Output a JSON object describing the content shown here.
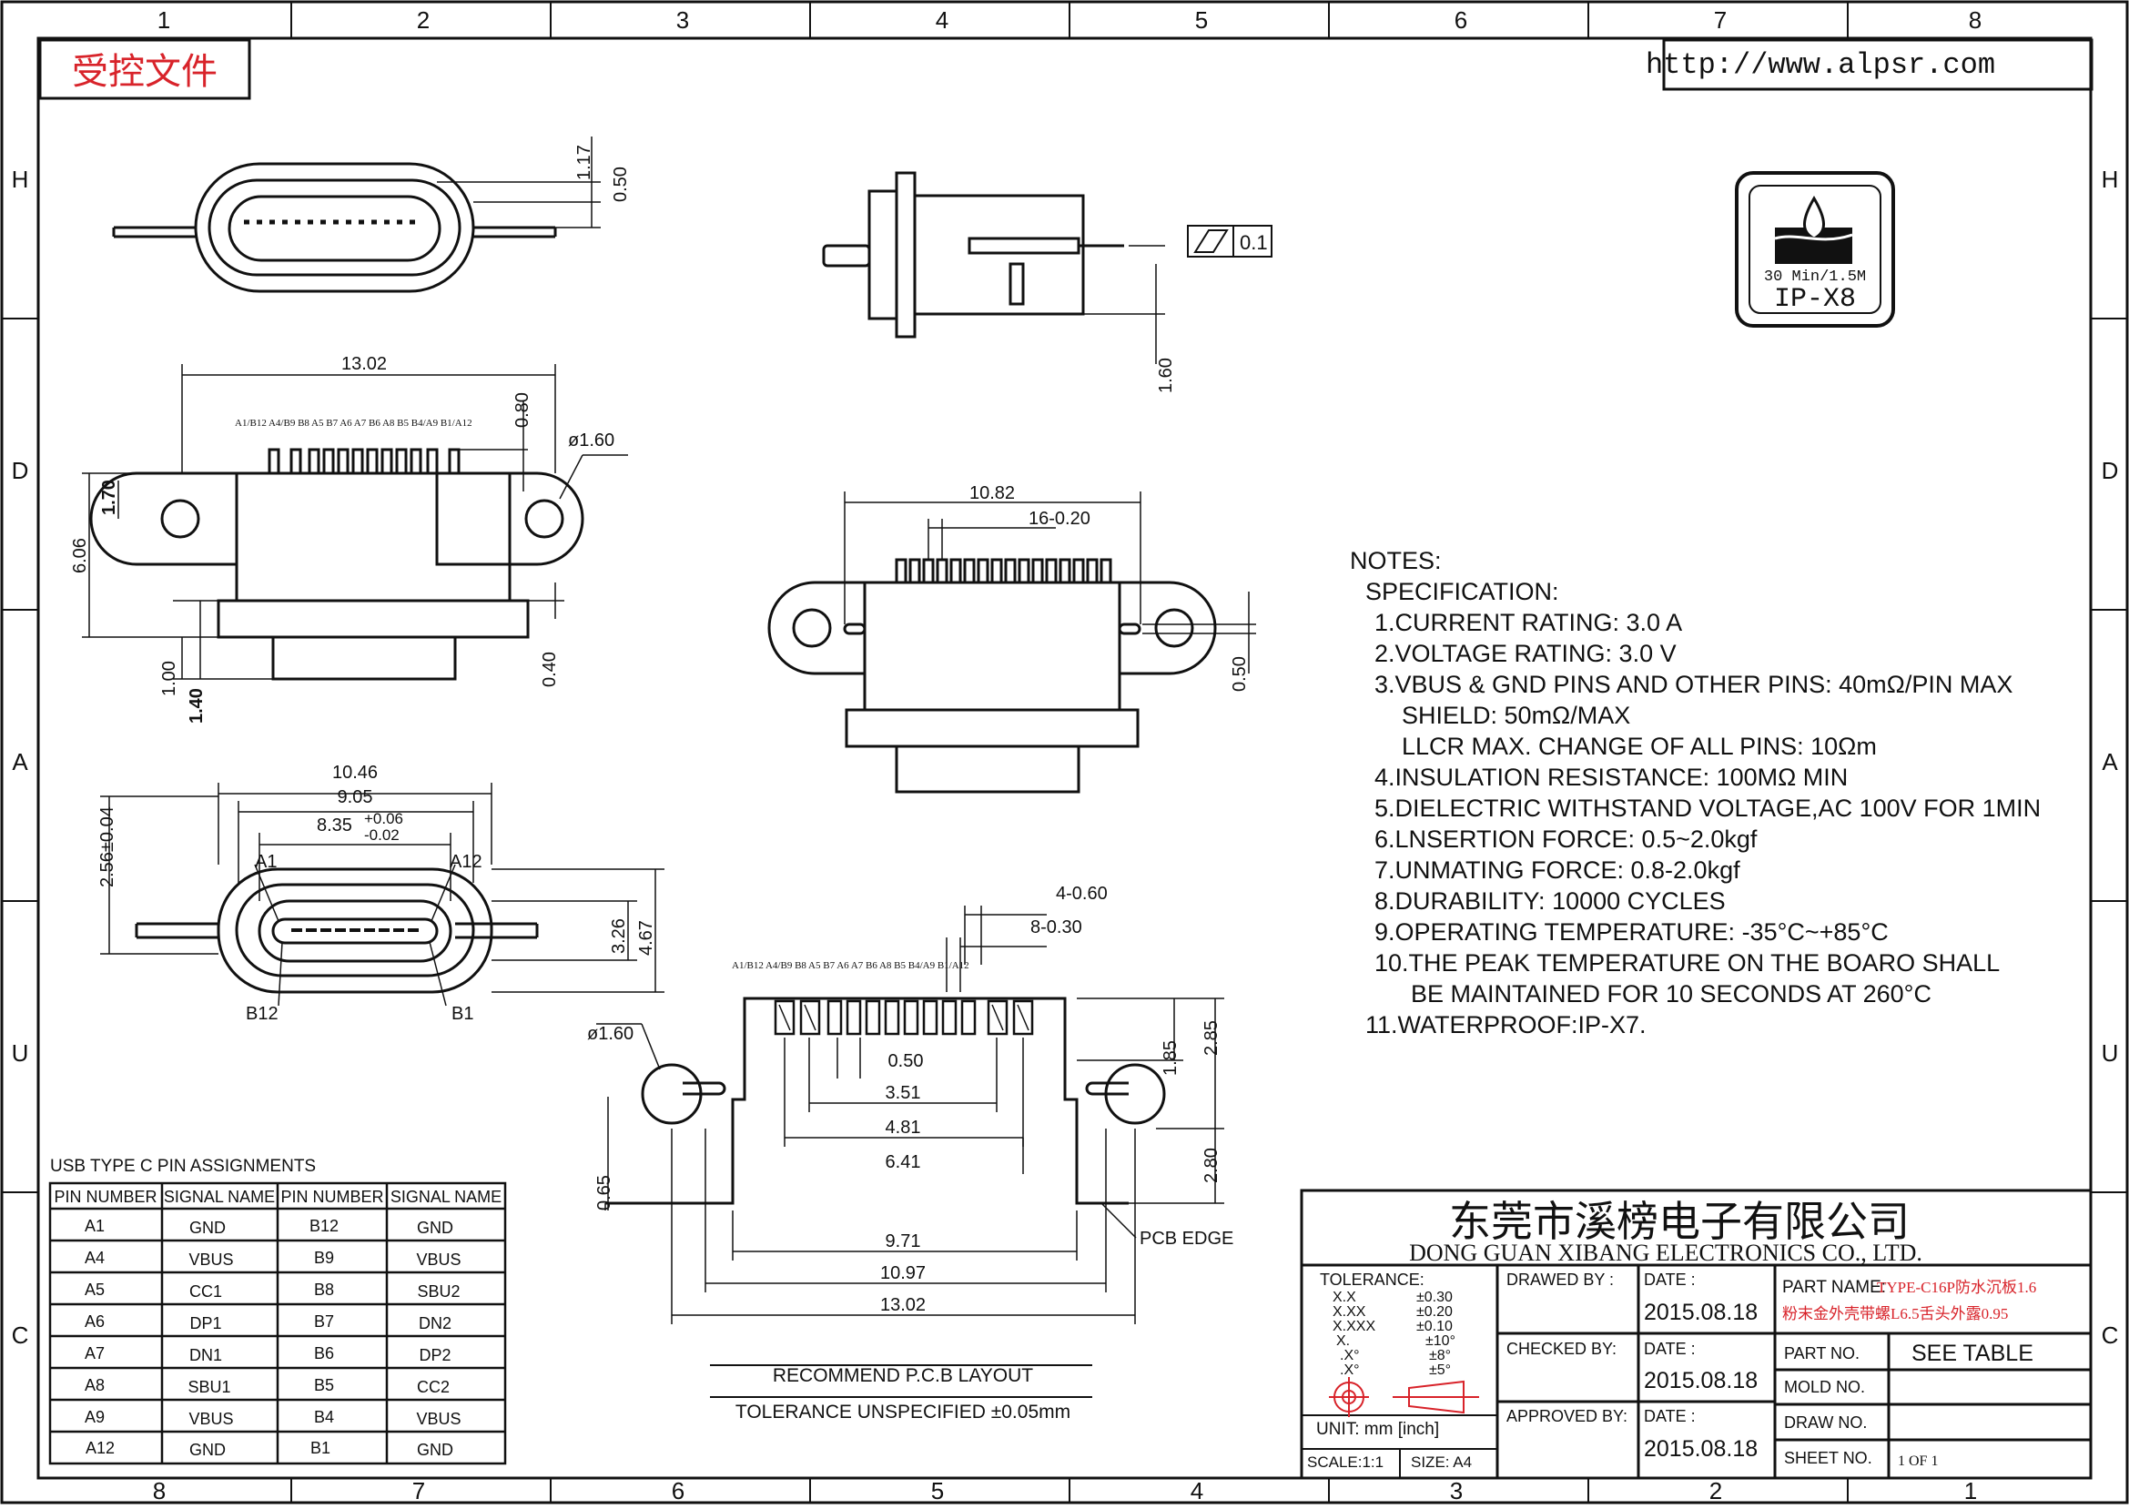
{
  "frame": {
    "columns_top": [
      "1",
      "2",
      "3",
      "4",
      "5",
      "6",
      "7",
      "8"
    ],
    "columns_bottom": [
      "8",
      "7",
      "6",
      "5",
      "4",
      "3",
      "2",
      "1"
    ],
    "rows": [
      "H",
      "D",
      "A",
      "U",
      "C"
    ]
  },
  "stamp": {
    "text": "受控文件",
    "color": "#d8232a"
  },
  "website": "http://www.alpsr.com",
  "badge": {
    "line1": "30 Min/1.5M",
    "line2": "IP-X8"
  },
  "views": {
    "top_view": {
      "dims": [
        "1.17",
        "0.50"
      ]
    },
    "side_view": {
      "flatness_value": "0.1",
      "dims": [
        "1.60"
      ]
    },
    "front_view": {
      "dims": [
        "13.02",
        "0.80",
        "ø1.60",
        "1.70",
        "6.06",
        "1.00",
        "1.40",
        "0.40"
      ],
      "pin_labels": "A1/B12 A4/B9 B8 A5 B7 A6 A7 B6 A8 B5 B4/A9 B1/A12"
    },
    "rear_view": {
      "dims": [
        "10.82",
        "16-0.20",
        "0.50"
      ]
    },
    "mating_face": {
      "dims": [
        "10.46",
        "9.05",
        "8.35",
        "+0.06",
        "-0.02",
        "2.56±0.04",
        "3.26",
        "4.67"
      ],
      "labels": [
        "A1",
        "A12",
        "B12",
        "B1"
      ]
    },
    "pcb_layout": {
      "pin_labels": "A1/B12 A4/B9 B8 A5 B7 A6 A7 B6 A8 B5 B4/A9 B1/A12",
      "dims": [
        "4-0.60",
        "8-0.30",
        "ø1.60",
        "0.50",
        "3.51",
        "4.81",
        "6.41",
        "1.85",
        "2.85",
        "2.80",
        "0.65",
        "9.71",
        "10.97",
        "13.02"
      ],
      "edge_label": "PCB EDGE",
      "caption": "RECOMMEND P.C.B LAYOUT",
      "tolerance": "TOLERANCE UNSPECIFIED ±0.05mm"
    }
  },
  "notes": {
    "heading": "NOTES:",
    "subheading": "SPECIFICATION:",
    "items": [
      "1.CURRENT RATING: 3.0 A",
      "2.VOLTAGE RATING: 3.0 V",
      "3.VBUS & GND PINS AND OTHER PINS: 40mΩ/PIN MAX",
      "SHIELD: 50mΩ/MAX",
      "LLCR MAX. CHANGE OF ALL PINS: 10Ωm",
      "4.INSULATION RESISTANCE:  100MΩ MIN",
      "5.DIELECTRIC WITHSTAND VOLTAGE,AC 100V FOR 1MIN",
      "6.LNSERTION FORCE: 0.5~2.0kgf",
      "7.UNMATING FORCE: 0.8-2.0kgf",
      "8.DURABILITY: 10000 CYCLES",
      "9.OPERATING TEMPERATURE: -35°C~+85°C",
      "10.THE PEAK TEMPERATURE ON THE BOARO SHALL",
      "BE MAINTAINED FOR 10 SECONDS AT 260°C",
      "11.WATERPROOF:IP-X7."
    ]
  },
  "pin_table": {
    "title": "USB TYPE C PIN ASSIGNMENTS",
    "headers": [
      "PIN NUMBER",
      "SIGNAL NAME",
      "PIN NUMBER",
      "SIGNAL NAME"
    ],
    "rows": [
      [
        "A1",
        "GND",
        "B12",
        "GND"
      ],
      [
        "A4",
        "VBUS",
        "B9",
        "VBUS"
      ],
      [
        "A5",
        "CC1",
        "B8",
        "SBU2"
      ],
      [
        "A6",
        "DP1",
        "B7",
        "DN2"
      ],
      [
        "A7",
        "DN1",
        "B6",
        "DP2"
      ],
      [
        "A8",
        "SBU1",
        "B5",
        "CC2"
      ],
      [
        "A9",
        "VBUS",
        "B4",
        "VBUS"
      ],
      [
        "A12",
        "GND",
        "B1",
        "GND"
      ]
    ]
  },
  "title_block": {
    "company_cn": "东莞市溪榜电子有限公司",
    "company_en": "DONG GUAN XIBANG ELECTRONICS CO., LTD.",
    "tolerance_label": "TOLERANCE:",
    "tolerance_rows": [
      [
        "X.X",
        "±0.30"
      ],
      [
        "X.XX",
        "±0.20"
      ],
      [
        "X.XXX",
        "±0.10"
      ],
      [
        "X.",
        "±10°"
      ],
      [
        ".X°",
        "±8°"
      ],
      [
        ".X°",
        "±5°"
      ]
    ],
    "unit": "UNIT:  mm  [inch]",
    "scale": "SCALE:1:1",
    "size": "SIZE:  A4",
    "drawn_by": "DRAWED  BY :",
    "checked_by": "CHECKED  BY:",
    "approved_by": "APPROVED  BY:",
    "date_label": "DATE  :",
    "dates": [
      "2015.08.18",
      "2015.08.18",
      "2015.08.18"
    ],
    "part_name_label": "PART  NAME:",
    "part_name_1": "TYPE-C16P防水沉板1.6",
    "part_name_2": "粉末金外壳带螺L6.5舌头外露0.95",
    "part_no_label": "PART  NO.",
    "part_no_value": "SEE  TABLE",
    "mold_no_label": "MOLD  NO.",
    "draw_no_label": "DRAW  NO.",
    "sheet_no_label": "SHEET  NO.",
    "sheet_value": "1  OF  1"
  }
}
